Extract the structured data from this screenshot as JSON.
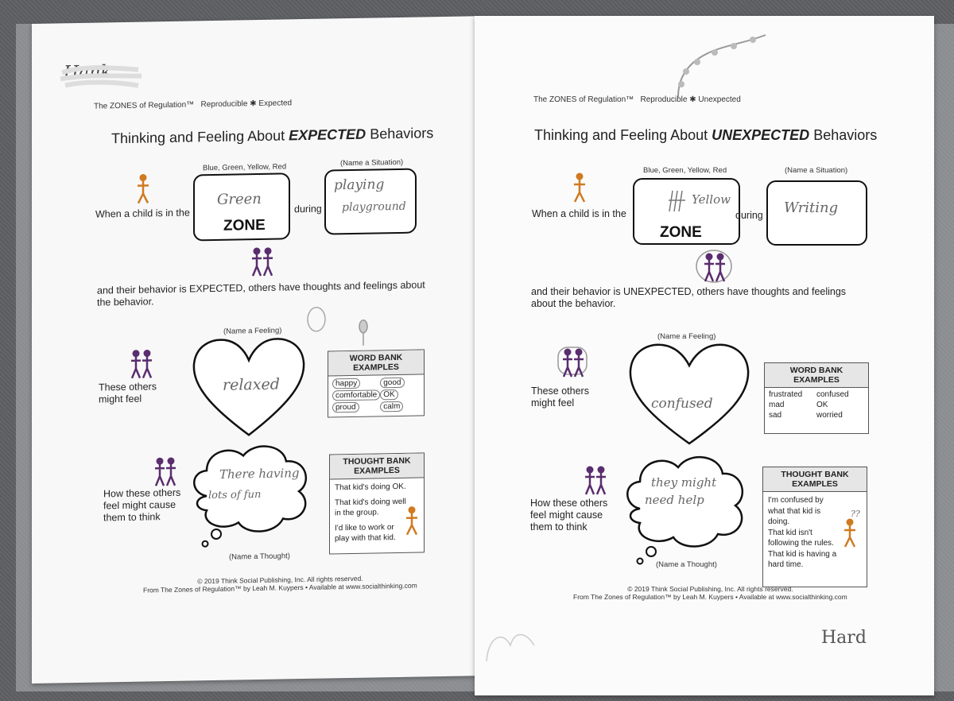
{
  "left": {
    "header": {
      "zones": "The ZONES of Regulation",
      "tm": "™",
      "repro": "Reproducible",
      "mark": "Expected"
    },
    "scribble_name": "Hank",
    "title_prefix": "Thinking and Feeling About ",
    "title_bold": "EXPECTED",
    "title_suffix": " Behaviors",
    "zone_caption": "Blue, Green, Yellow, Red",
    "situation_caption": "(Name a Situation)",
    "when_text": "When a child is in the",
    "zone_hand": "Green",
    "zone_word": "ZONE",
    "during": "during",
    "situation_hand_1": "playing",
    "situation_hand_2": "playground",
    "behavior_text": "and their behavior is EXPECTED, others have thoughts and feelings about the behavior.",
    "feeling_caption": "(Name a Feeling)",
    "these_others": "These others might feel",
    "feeling_hand": "relaxed",
    "word_bank": {
      "title": "WORD BANK EXAMPLES",
      "items": [
        "happy",
        "good",
        "comfortable",
        "OK",
        "proud",
        "calm"
      ]
    },
    "how_text": "How these others feel might cause them to think",
    "thought_hand_1": "There having",
    "thought_hand_2": "lots of fun",
    "thought_caption": "(Name a Thought)",
    "thought_bank": {
      "title": "THOUGHT BANK EXAMPLES",
      "items": [
        "That kid's doing OK.",
        "That kid's doing well in the group.",
        "I'd like to work or play with that kid."
      ]
    },
    "footer_1": "© 2019 Think Social Publishing, Inc. All rights reserved.",
    "footer_2": "From The Zones of Regulation™ by Leah M. Kuypers • Available at www.socialthinking.com"
  },
  "right": {
    "header": {
      "zones": "The ZONES of Regulation",
      "tm": "™",
      "repro": "Reproducible",
      "mark": "Unexpected"
    },
    "title_prefix": "Thinking and Feeling About ",
    "title_bold": "UNEXPECTED",
    "title_suffix": " Behaviors",
    "zone_caption": "Blue, Green, Yellow, Red",
    "situation_caption": "(Name a Situation)",
    "when_text": "When a child is in the",
    "zone_hand": "Yellow",
    "zone_word": "ZONE",
    "during": "during",
    "situation_hand": "Writing",
    "behavior_text": "and their behavior is UNEXPECTED, others have thoughts and feelings about the behavior.",
    "feeling_caption": "(Name a Feeling)",
    "these_others": "These others might feel",
    "feeling_hand": "confused",
    "word_bank": {
      "title": "WORD BANK EXAMPLES",
      "items": [
        "frustrated",
        "confused",
        "mad",
        "OK",
        "sad",
        "worried"
      ]
    },
    "how_text": "How these others feel might cause them to think",
    "thought_hand_1": "they might",
    "thought_hand_2": "need help",
    "thought_caption": "(Name a Thought)",
    "thought_bank": {
      "title": "THOUGHT BANK EXAMPLES",
      "items": [
        "I'm confused by what that kid is doing.",
        "That kid isn't following the rules.",
        "That kid is having a hard time."
      ]
    },
    "question_marks": "??",
    "footer_1": "© 2019 Think Social Publishing, Inc. All rights reserved.",
    "footer_2": "From The Zones of Regulation™ by Leah M. Kuypers • Available at www.socialthinking.com",
    "signature": "Hard"
  },
  "colors": {
    "orange_figure": "#d07a20",
    "purple_figure": "#5a2d6e",
    "outline": "#111111"
  }
}
